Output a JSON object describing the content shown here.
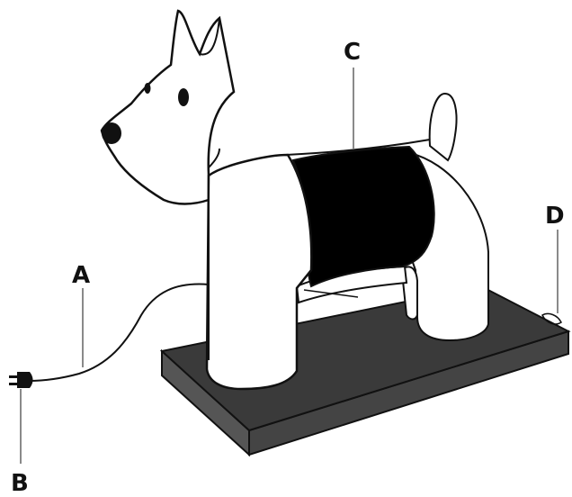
{
  "labels": {
    "a": "A",
    "b": "B",
    "c": "C",
    "d": "D"
  },
  "colors": {
    "base_top": "#3a3a3a",
    "base_side": "#555555",
    "body_fill": "#ffffff",
    "body_stroke": "#111111",
    "barrel": "#000000",
    "leader": "#8a8a8a"
  }
}
